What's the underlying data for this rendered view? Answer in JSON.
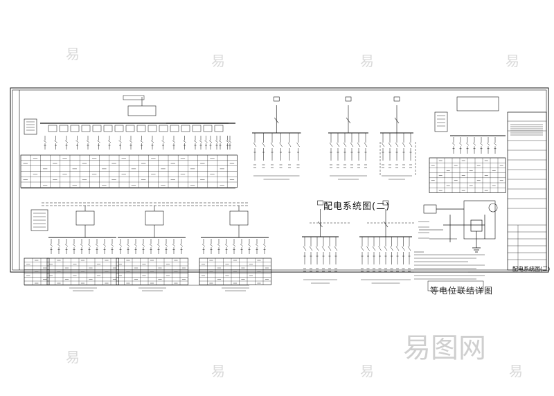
{
  "drawing": {
    "main_title": "配电系统图(二)",
    "sheet_title": "配电系统图(二)",
    "equipotential_title": "等电位联结详图"
  },
  "watermark": {
    "glyph": "易",
    "logo_text": "易图网"
  }
}
